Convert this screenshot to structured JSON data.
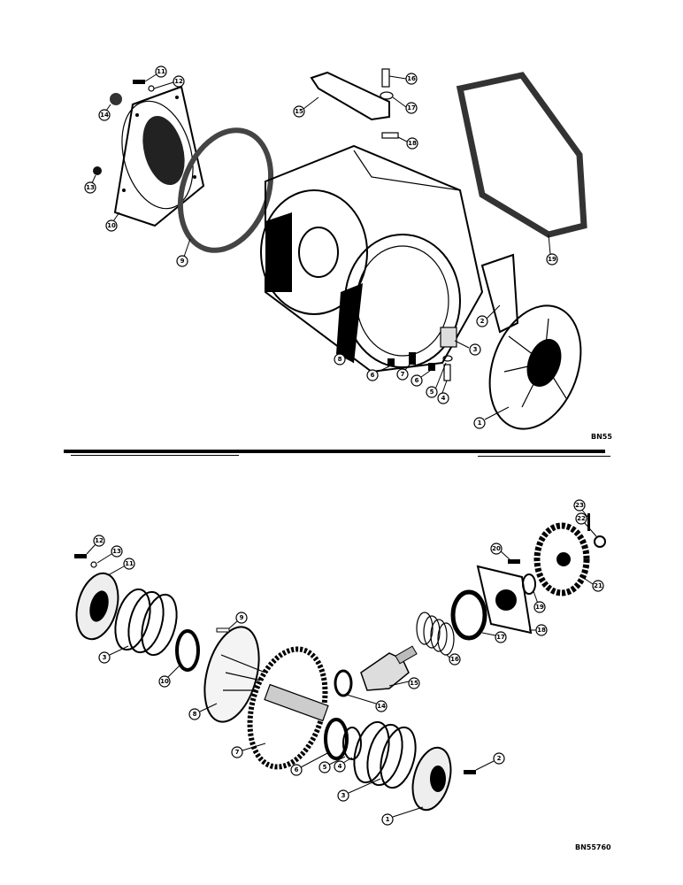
{
  "top_diagram": {
    "ref_code": "BN55",
    "callouts": [
      "1",
      "2",
      "3",
      "4",
      "5",
      "6",
      "7",
      "8",
      "9",
      "10",
      "11",
      "12",
      "13",
      "14",
      "15",
      "16",
      "17",
      "18",
      "19",
      "6"
    ]
  },
  "bottom_diagram": {
    "ref_code": "BN55760",
    "callouts": [
      "1",
      "2",
      "3",
      "4",
      "5",
      "6",
      "7",
      "8",
      "9",
      "10",
      "11",
      "12",
      "13",
      "14",
      "15",
      "16",
      "17",
      "18",
      "19",
      "20",
      "21",
      "22",
      "23",
      "3"
    ]
  }
}
